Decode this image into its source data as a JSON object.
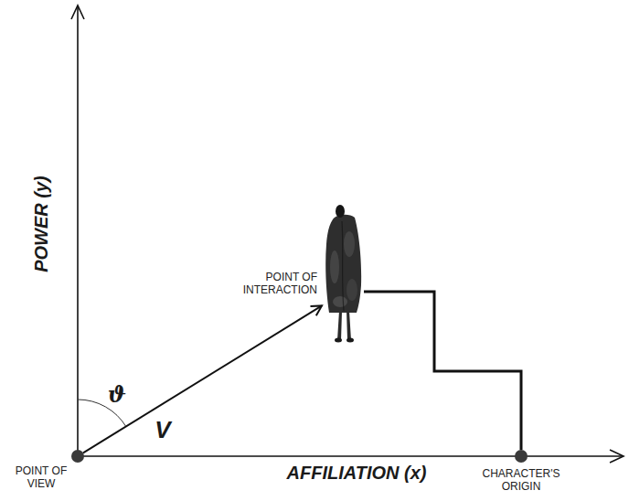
{
  "diagram": {
    "nodes": [
      {
        "text": [
          "POINT OF VIEW"
        ]
      },
      {
        "text": [
          "POINT OF INTERACTION"
        ]
      },
      {
        "text": [
          "CHARACTER'S ORIGIN"
        ]
      }
    ],
    "edges": [
      {
        "from": 0,
        "to": 1,
        "arrow": "to",
        "label": "V"
      },
      {
        "from": 2,
        "to": 1,
        "arrow": "none"
      }
    ],
    "labels": [
      "POWER (y)",
      "AFFILIATION (x)",
      "ϑ"
    ]
  }
}
